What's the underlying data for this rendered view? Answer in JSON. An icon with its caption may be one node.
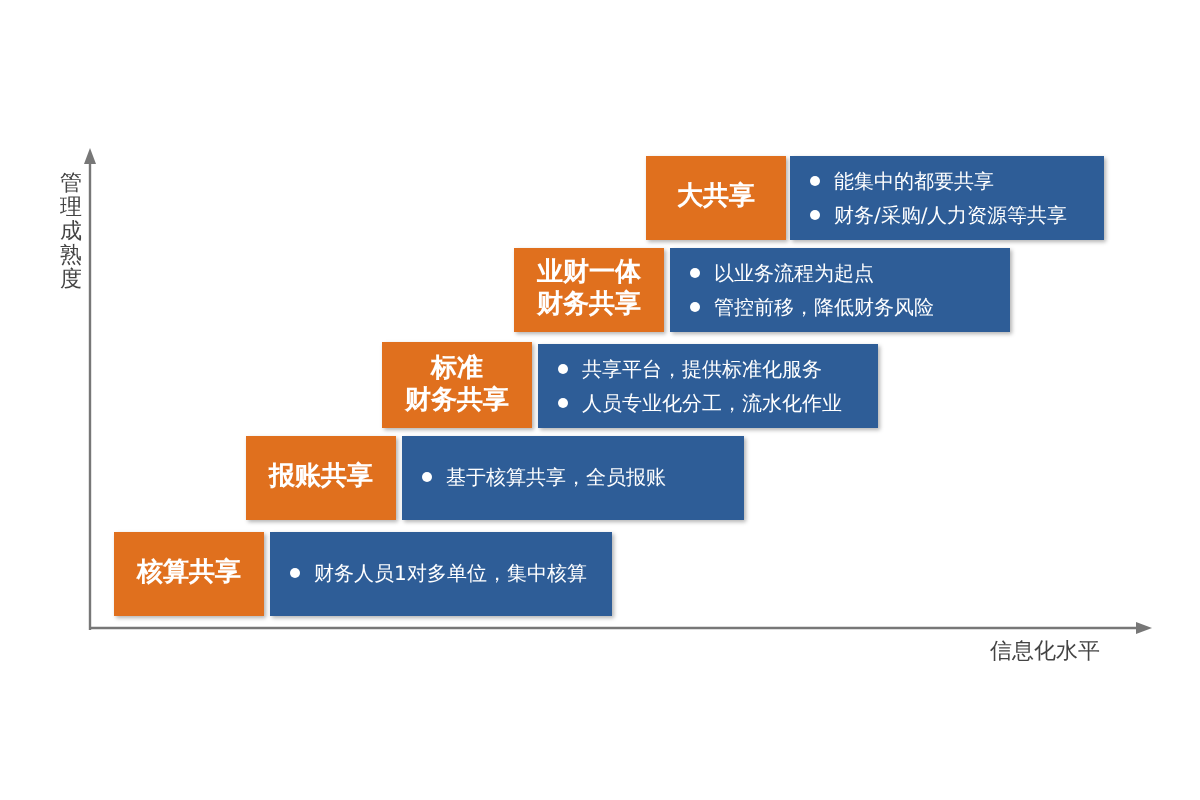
{
  "diagram": {
    "nodes": [
      {
        "text": [
          "大共享"
        ]
      },
      {
        "text": [
          "能集中的都要共享",
          "财务/采购/人力资源等共享"
        ]
      },
      {
        "text": [
          "业财一体",
          "财务共享"
        ]
      },
      {
        "text": [
          "以业务流程为起点",
          "管控前移，降低财务风险"
        ]
      },
      {
        "text": [
          "标准",
          "财务共享"
        ]
      },
      {
        "text": [
          "共享平台，提供标准化服务",
          "人员专业化分工，流水化作业"
        ]
      },
      {
        "text": [
          "报账共享"
        ]
      },
      {
        "text": [
          "基于核算共享，全员报账"
        ]
      },
      {
        "text": [
          "核算共享"
        ]
      },
      {
        "text": [
          "财务人员1对多单位，集中核算"
        ]
      }
    ],
    "labels": [
      "管理成熟度",
      "信息化水平"
    ]
  }
}
